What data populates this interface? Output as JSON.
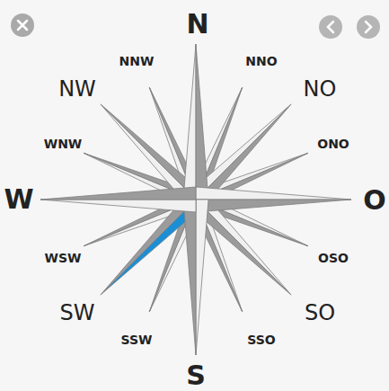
{
  "diagram": {
    "labels": [
      "N",
      "NNO",
      "NO",
      "ONO",
      "O",
      "OSO",
      "SO",
      "SSO",
      "S",
      "SSW",
      "SW",
      "WSW",
      "W",
      "WNW",
      "NW",
      "NNW"
    ]
  }
}
